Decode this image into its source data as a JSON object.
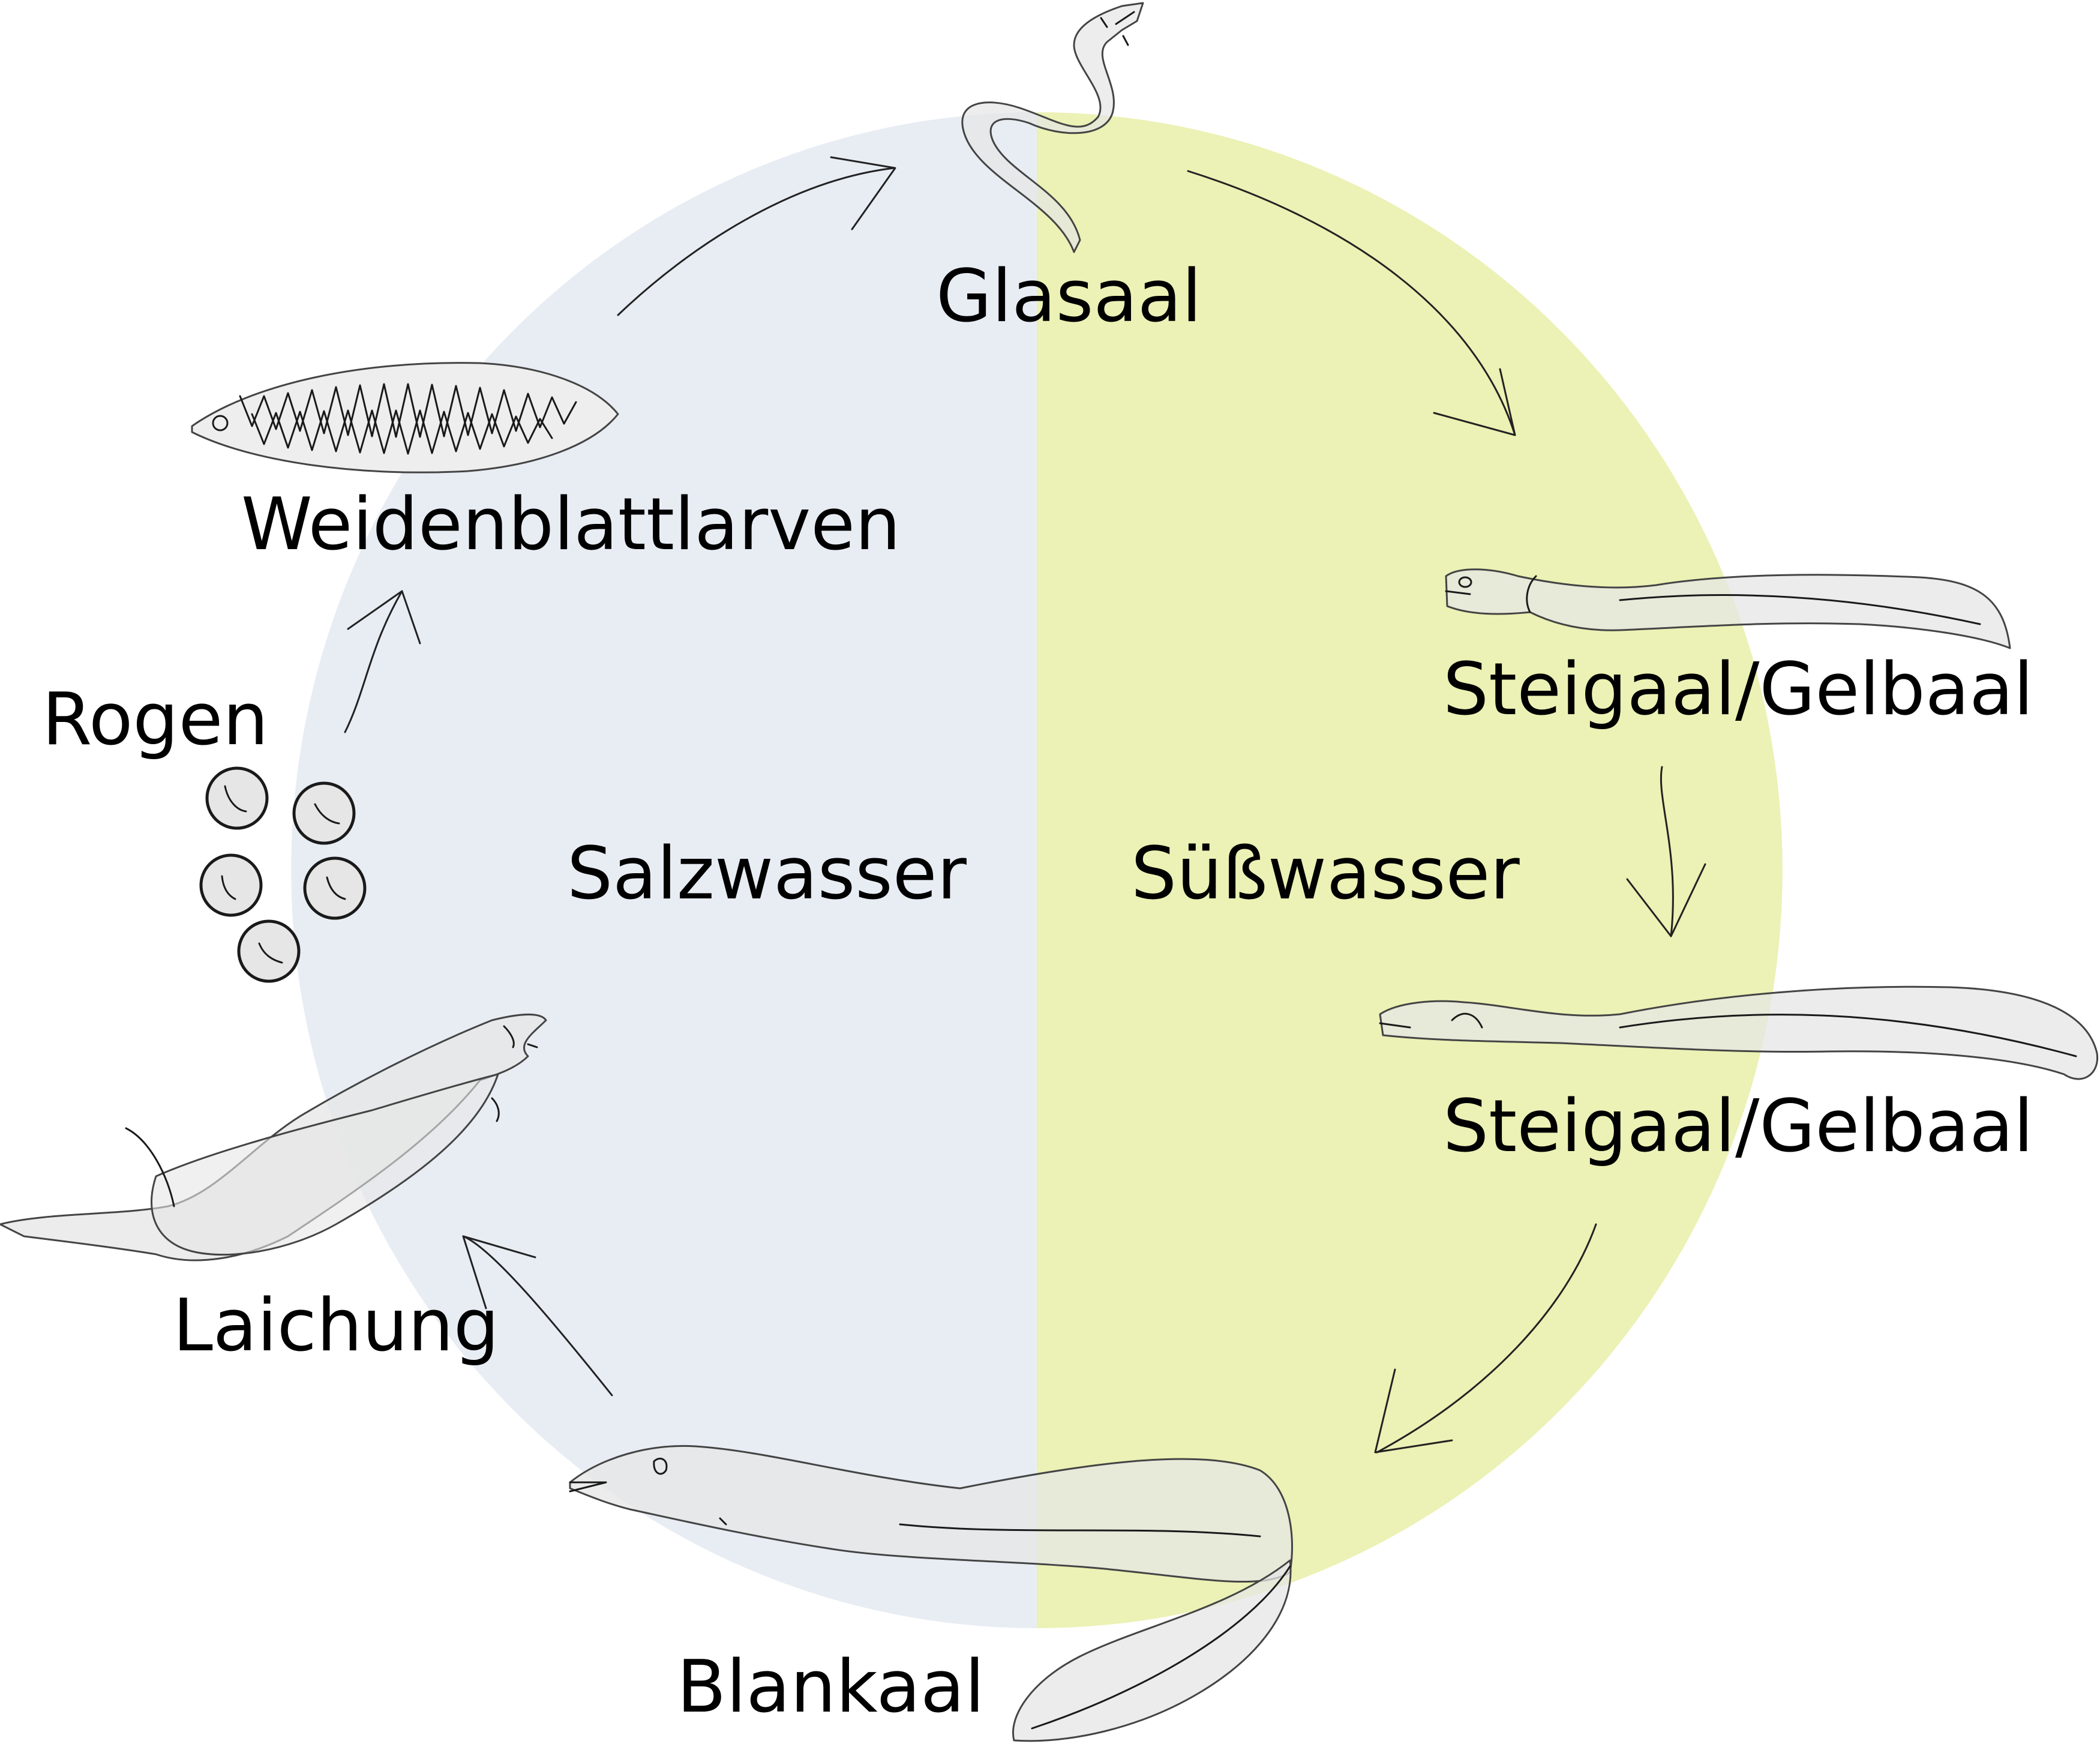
{
  "colors": {
    "saltwater": "#e8edf4",
    "freshwater": "#ecf1b5",
    "eel_fill": "#e6e6e6",
    "eel_outline": "#444444",
    "line": "#222222"
  },
  "regions": {
    "salt": "Salzwasser",
    "fresh": "Süßwasser"
  },
  "stages": {
    "glass_eel": "Glasaal",
    "yellow_eel_1": "Steigaal/Gelbaal",
    "yellow_eel_2": "Steigaal/Gelbaal",
    "silver_eel": "Blankaal",
    "spawning": "Laichung",
    "eggs": "Rogen",
    "larvae": "Weidenblattlarven"
  }
}
